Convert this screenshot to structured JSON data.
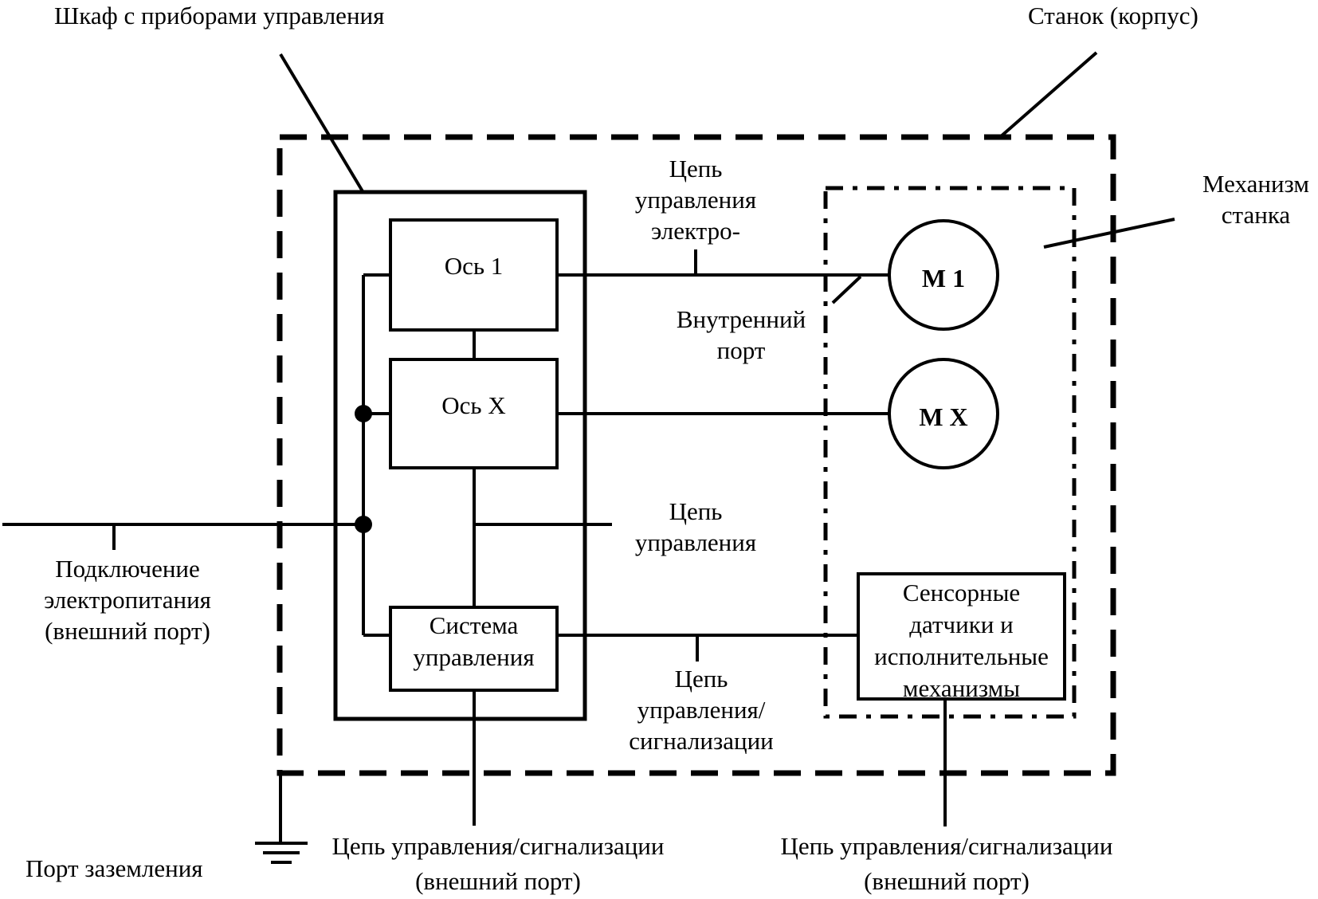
{
  "diagram": {
    "title_cabinet": "Шкаф с приборами управления",
    "title_machine_body": "Станок (корпус)",
    "title_mechanism": [
      "Механизм",
      "станка"
    ],
    "blocks": {
      "axis1": "Ось 1",
      "axisX": "Ось X",
      "control_system": [
        "Система",
        "управления"
      ],
      "sensors": [
        "Сенсорные",
        "датчики и",
        "исполнительные",
        "механизмы"
      ]
    },
    "motors": {
      "m1": "M 1",
      "mx": "M X"
    },
    "labels": {
      "power_circuit": [
        "Цепь",
        "управления",
        "электро-"
      ],
      "internal_port": [
        "Внутренний",
        "порт"
      ],
      "control_circuit": [
        "Цепь",
        "управления"
      ],
      "control_signal_circuit": [
        "Цепь",
        "управления/",
        "сигнализации"
      ],
      "power_supply": [
        "Подключение",
        "электропитания",
        "(внешний порт)"
      ],
      "ground_port": "Порт заземления",
      "ext_signal_left": [
        "Цепь управления/сигнализации",
        "(внешний порт)"
      ],
      "ext_signal_right": [
        "Цепь управления/сигнализации",
        "(внешний порт)"
      ]
    }
  }
}
